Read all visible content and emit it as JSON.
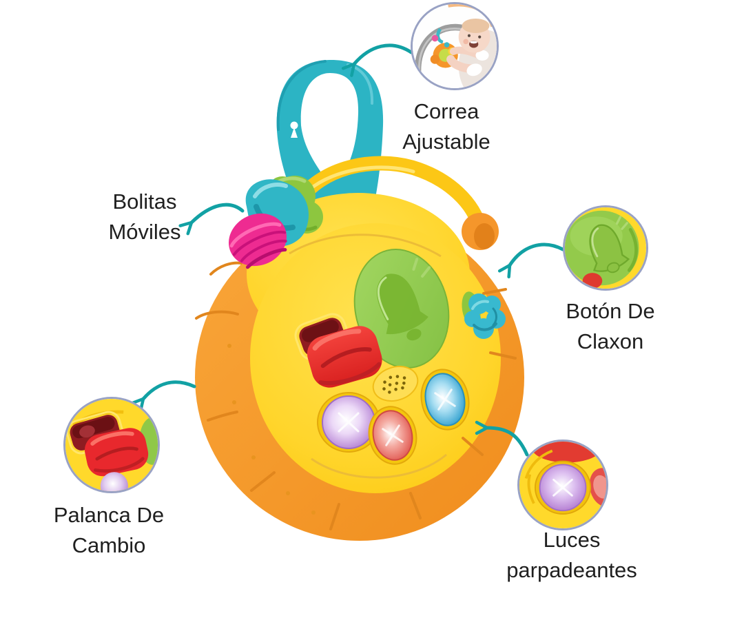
{
  "figure": {
    "type": "product-feature-diagram",
    "features": [
      {
        "id": "correa-ajustable",
        "label": "Correa Ajustable",
        "line1": "Correa",
        "line2": "Ajustable"
      },
      {
        "id": "bolitas-moviles",
        "label": "Bolitas Móviles",
        "line1": "Bolitas",
        "line2": "Móviles"
      },
      {
        "id": "boton-de-claxon",
        "label": "Botón De Claxon",
        "line1": "Botón De",
        "line2": "Claxon"
      },
      {
        "id": "palanca-de-cambio",
        "label": "Palanca De Cambio",
        "line1": "Palanca De",
        "line2": "Cambio"
      },
      {
        "id": "luces-parpadeantes",
        "label": "Luces parpadeantes",
        "line1": "Luces",
        "line2": "parpadeantes"
      }
    ],
    "colors": {
      "background": "#ffffff",
      "label_text": "#1f1f1f",
      "arrow_teal": "#12a1a4",
      "callout_border": "#99a2c4",
      "toy_orange": "#f5962b",
      "toy_yellow": "#ffd52b",
      "strap_teal": "#2cb4c4",
      "bead_pink": "#ee2b91",
      "bead_green": "#8dc63f",
      "lever_red": "#e42a2c",
      "bell_green": "#8dc63f",
      "horn_teal": "#38b9cf",
      "light_purple": "#b27ed2",
      "light_pink": "#e0564e",
      "light_blue": "#2e9fce"
    }
  }
}
